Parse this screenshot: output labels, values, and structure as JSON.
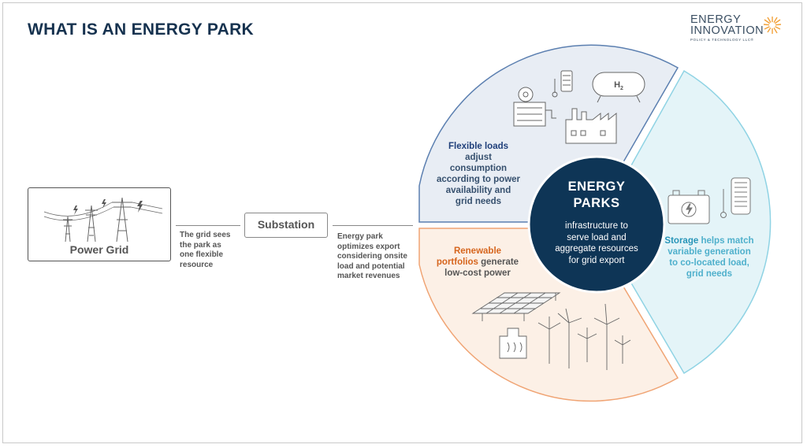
{
  "header": {
    "title": "WHAT IS AN ENERGY PARK"
  },
  "logo": {
    "line1": "ENERGY",
    "line2": "INNOVATION",
    "line3": "POLICY & TECHNOLOGY LLC®"
  },
  "power_grid": {
    "label": "Power Grid"
  },
  "substation": {
    "label": "Substation"
  },
  "notes": {
    "grid_sees": [
      "The grid sees",
      "the park as",
      "one flexible",
      "resource"
    ],
    "park_optimizes": [
      "Energy park",
      "optimizes export",
      "considering onsite",
      "load and potential",
      "market revenues"
    ]
  },
  "center": {
    "title_line1": "ENERGY",
    "title_line2": "PARKS",
    "sub": [
      "infrastructure to",
      "serve load and",
      "aggregate resources",
      "for grid export"
    ]
  },
  "segments": {
    "flexible": {
      "highlight": "Flexible loads",
      "rest": [
        "adjust",
        "consumption",
        "according to power",
        "availability and",
        "grid needs"
      ]
    },
    "renewable": {
      "highlight_1": "Renewable",
      "highlight_2": "portfolios",
      "rest_inline": " generate",
      "rest": [
        "low-cost power"
      ]
    },
    "storage": {
      "highlight": "Storage",
      "rest_inline": " helps match",
      "rest": [
        "variable generation",
        "to co-located load,",
        "grid needs"
      ]
    }
  },
  "icons": {
    "h2": "H2"
  },
  "colors": {
    "navy": "#16324f",
    "flex_fill": "#e8edf4",
    "flex_stroke": "#5b7fb0",
    "ren_fill": "#fcf0e6",
    "ren_stroke": "#f0a474",
    "sto_fill": "#e4f4f8",
    "sto_stroke": "#8fd3e4",
    "center_fill": "#0e3556"
  }
}
